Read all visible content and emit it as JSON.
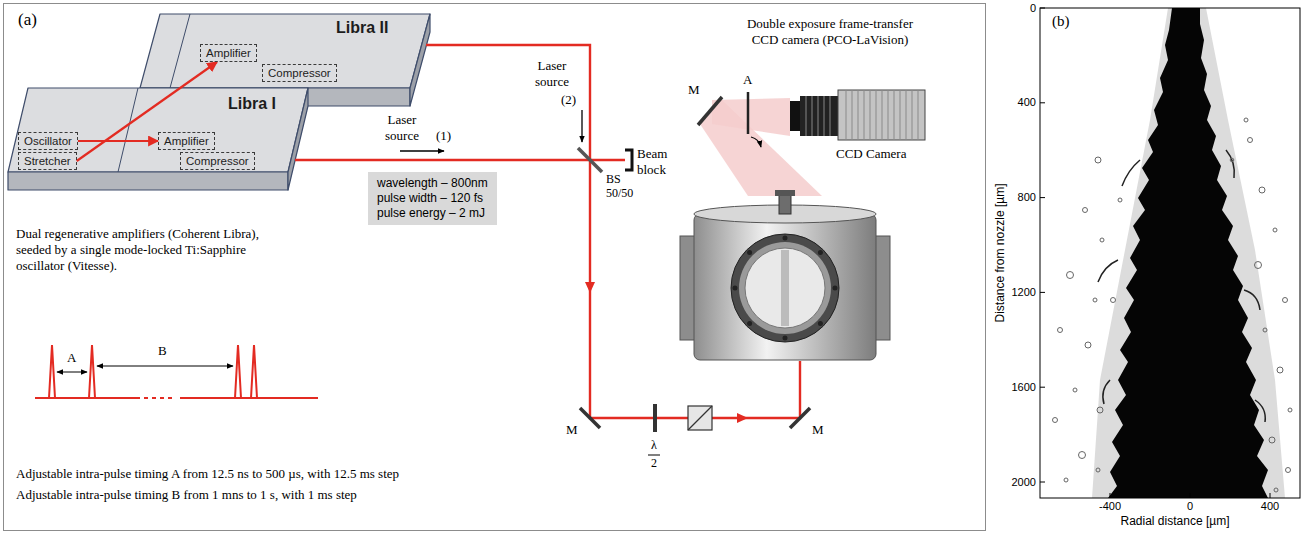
{
  "diagram": {
    "nodes": [
      {
        "text": [
          "Libra II"
        ]
      },
      {
        "text": [
          "Amplifier"
        ],
        "in": 0
      },
      {
        "text": [
          "Compressor"
        ],
        "in": 0
      },
      {
        "text": [
          "Libra I"
        ]
      },
      {
        "text": [
          "Oscillator"
        ],
        "in": 3
      },
      {
        "text": [
          "Amplifier"
        ],
        "in": 3
      },
      {
        "text": [
          "Stretcher"
        ],
        "in": 3
      },
      {
        "text": [
          "Compressor"
        ],
        "in": 3
      },
      {
        "text": [
          "wavelength – 800nm",
          "pulse width – 120 fs",
          "pulse energy – 2 mJ"
        ]
      }
    ],
    "edges": [
      {
        "from": 4,
        "to": 5,
        "arrow": "to"
      },
      {
        "from": 6,
        "to": 1,
        "arrow": "to"
      }
    ],
    "labels": [
      "(a)",
      "Laser source",
      "(1)",
      "Laser source",
      "(2)",
      "Beam block",
      "BS",
      "50/50",
      "Double exposure frame-transfer CCD camera (PCO-LaVision)",
      "M",
      "A",
      "CCD Camera",
      "Dual regenerative amplifiers (Coherent Libra), seeded by a single mode-locked Ti:Sapphire oscillator (Vitesse).",
      "A",
      "B",
      "M",
      "λ",
      "2",
      "M",
      "Adjustable intra-pulse timing A from 12.5 ns to 500 µs, with 12.5 ms step",
      "Adjustable intra-pulse timing B from 1 mns to 1 s, with 1 ms step",
      "(b)",
      "0",
      "400",
      "800",
      "1200",
      "1600",
      "2000",
      "Distance from nozzle [µm]",
      "-400",
      "0",
      "400",
      "Radial distance [µm]"
    ]
  }
}
